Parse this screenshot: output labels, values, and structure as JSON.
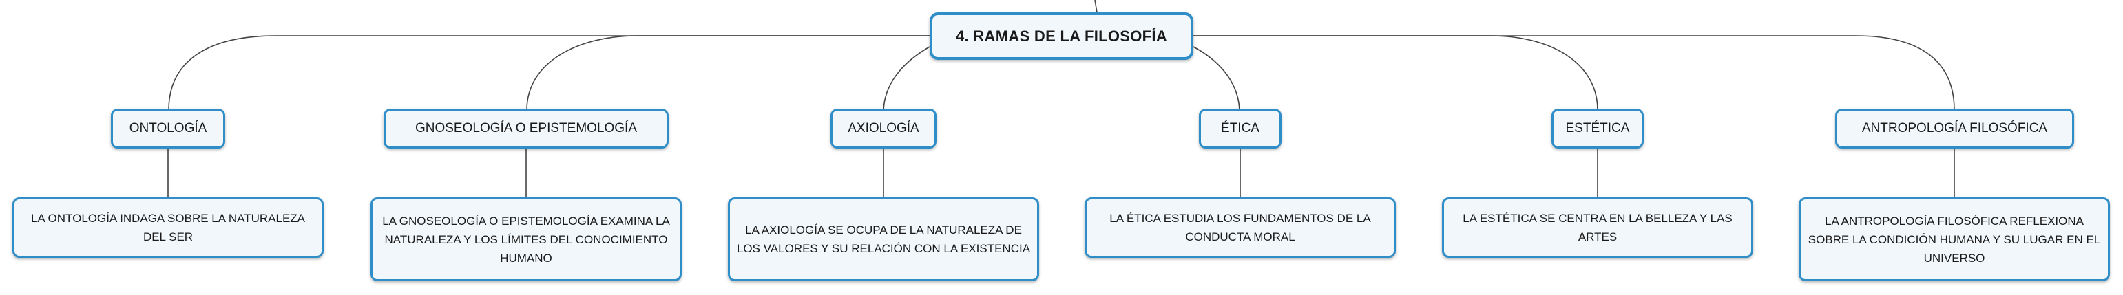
{
  "root": {
    "label": "4. RAMAS DE LA FILOSOFÍA"
  },
  "branches": [
    {
      "label": "ONTOLOGÍA",
      "description": "LA ONTOLOGÍA INDAGA SOBRE LA NATURALEZA DEL SER"
    },
    {
      "label": "GNOSEOLOGÍA O EPISTEMOLOGÍA",
      "description": "LA GNOSEOLOGÍA O EPISTEMOLOGÍA EXAMINA LA NATURALEZA Y LOS LÍMITES DEL CONOCIMIENTO HUMANO"
    },
    {
      "label": "AXIOLOGÍA",
      "description": "LA AXIOLOGÍA SE OCUPA DE LA NATURALEZA DE LOS VALORES Y SU RELACIÓN CON LA EXISTENCIA"
    },
    {
      "label": "ÉTICA",
      "description": "LA ÉTICA ESTUDIA LOS FUNDAMENTOS DE LA CONDUCTA MORAL"
    },
    {
      "label": "ESTÉTICA",
      "description": "LA ESTÉTICA SE CENTRA EN LA BELLEZA Y LAS ARTES"
    },
    {
      "label": "ANTROPOLOGÍA FILOSÓFICA",
      "description": "LA ANTROPOLOGÍA FILOSÓFICA REFLEXIONA SOBRE LA CONDICIÓN HUMANA Y SU LUGAR EN EL UNIVERSO"
    }
  ],
  "colors": {
    "border": "#2f8ec8",
    "fill": "#f2f7fb",
    "connector": "#444444",
    "text": "#1a1a1a"
  }
}
